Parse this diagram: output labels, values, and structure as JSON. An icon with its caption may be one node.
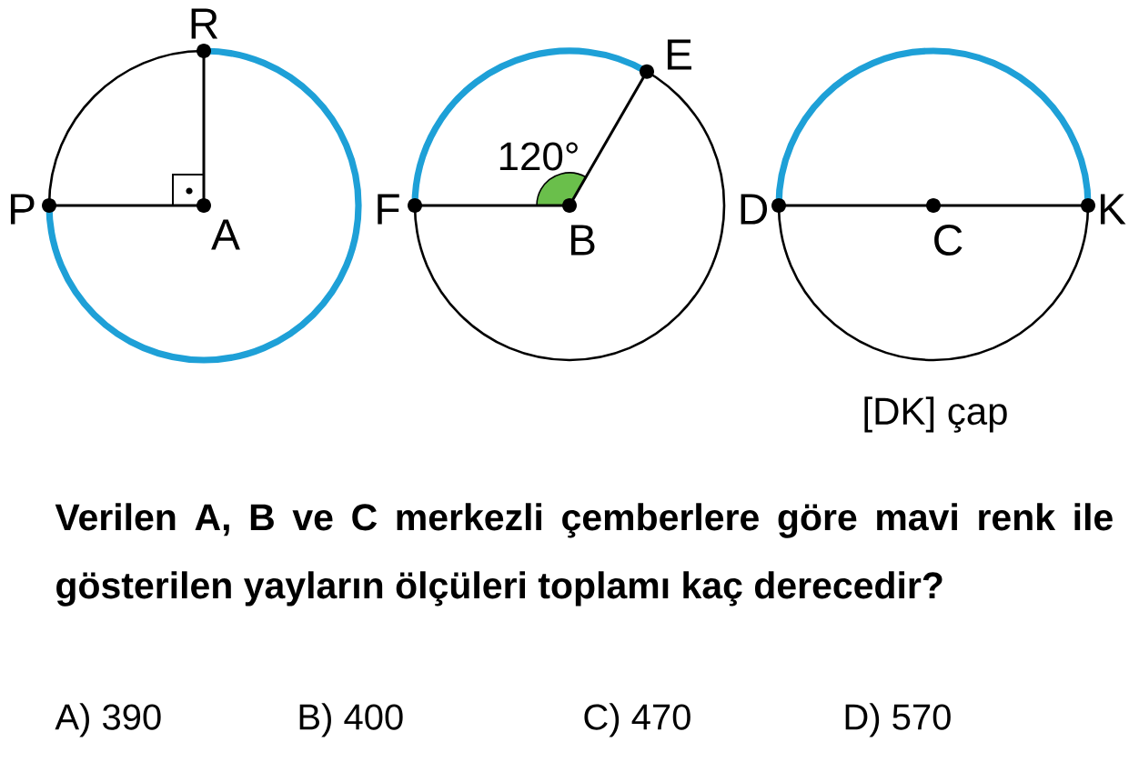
{
  "diagram": {
    "labels": [
      "R",
      "E",
      "120°",
      "P",
      "A",
      "F",
      "B",
      "D",
      "C",
      "K",
      "[DK] çap",
      "Verilen A, B ve C merkezli çemberlere göre mavi renk ile gösterilen yayların ölçüleri toplamı kaç derecedir?",
      "A) 390",
      "B) 400",
      "C) 470",
      "D) 570"
    ]
  }
}
